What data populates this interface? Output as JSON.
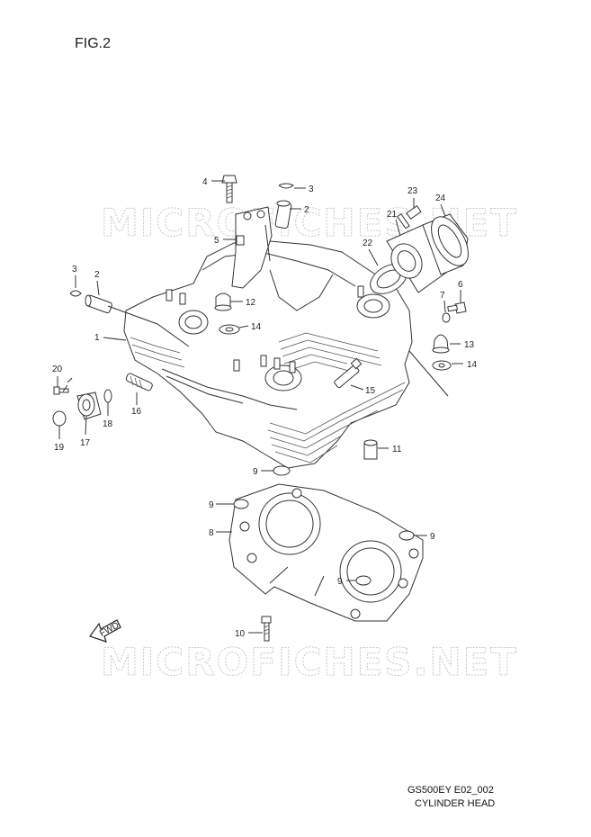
{
  "figure_label": "FIG.2",
  "watermark": "MICROFICHES.NET",
  "fwd_label": "FWD",
  "footer": {
    "model_code": "GS500EY E02_002",
    "title": "CYLINDER HEAD"
  },
  "callouts": {
    "c1": "1",
    "c2a": "2",
    "c2b": "2",
    "c3a": "3",
    "c3b": "3",
    "c4": "4",
    "c5": "5",
    "c6": "6",
    "c7": "7",
    "c8": "8",
    "c9a": "9",
    "c9b": "9",
    "c9c": "9",
    "c9d": "9",
    "c10": "10",
    "c11": "11",
    "c12": "12",
    "c13": "13",
    "c14a": "14",
    "c14b": "14",
    "c15": "15",
    "c16": "16",
    "c17": "17",
    "c18": "18",
    "c19": "19",
    "c20": "20",
    "c21": "21",
    "c22": "22",
    "c23": "23",
    "c24": "24"
  }
}
